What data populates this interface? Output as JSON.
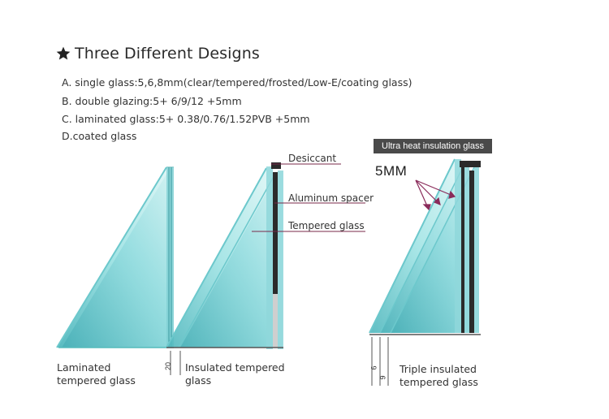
{
  "title": "Three Different Designs",
  "specs": [
    "A. single glass:5,6,8mm(clear/tempered/frosted/Low-E/coating glass)",
    "B. double glazing:5+ 6/9/12 +5mm",
    "C. laminated glass:5+ 0.38/0.76/1.52PVB +5mm",
    "D.coated glass"
  ],
  "labels": {
    "desiccant": "Desiccant",
    "spacer": "Aluminum spacer",
    "tempered": "Tempered glass",
    "banner": "Ultra heat insulation glass",
    "five_mm": "5MM"
  },
  "captions": {
    "laminated": [
      "Laminated",
      "tempered glass"
    ],
    "insulated": [
      "Insulated tempered",
      "glass"
    ],
    "triple": [
      "Triple insulated",
      "tempered glass"
    ]
  },
  "dims": {
    "insulated": "20",
    "triple_a": "6",
    "triple_b": "9"
  },
  "colors": {
    "glass": "#7fd3d6",
    "glass_dark": "#5fb9bf",
    "frame": "#2b2b2b",
    "line": "#7a2a4a",
    "arrow": "#8a2b5a"
  }
}
